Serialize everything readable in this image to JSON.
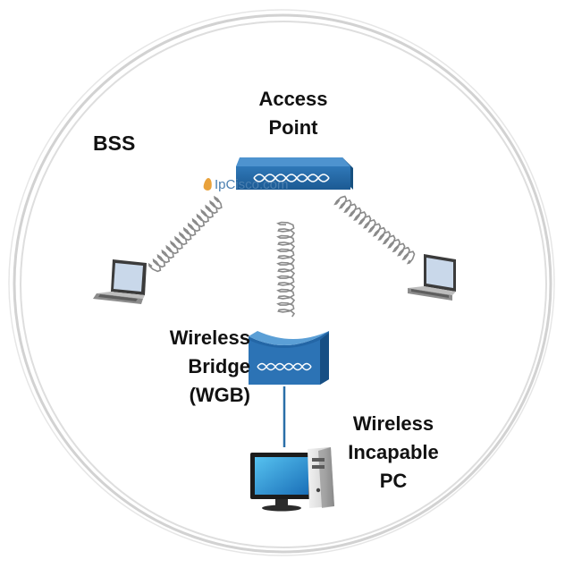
{
  "diagram": {
    "bss_label": "BSS",
    "access_point": {
      "line1": "Access",
      "line2": "Point",
      "icon": "access-point-icon"
    },
    "wireless_bridge": {
      "line1": "Wireless",
      "line2": "Bridge",
      "line3": "(WGB)",
      "icon": "wireless-bridge-icon"
    },
    "wireless_incapable_pc": {
      "line1": "Wireless",
      "line2": "Incapable",
      "line3": "PC",
      "icon": "desktop-pc-icon"
    },
    "laptops": [
      {
        "icon": "laptop-icon"
      },
      {
        "icon": "laptop-icon"
      }
    ],
    "watermark": "IpCisco.com",
    "colors": {
      "device_blue": "#1f5f9a",
      "device_blue_light": "#3f86c4",
      "circle_gray": "#cfcfcf",
      "wave_gray": "#8a8a8a",
      "link_blue": "#2a6fa8"
    }
  }
}
